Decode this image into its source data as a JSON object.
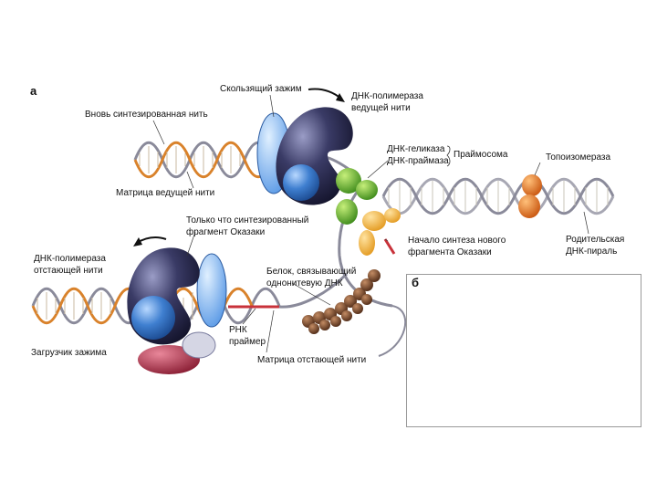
{
  "panels": {
    "a": "а",
    "b": "б"
  },
  "labels": {
    "sliding_clamp": "Скользящий зажим",
    "dna_pol_leading_1": "ДНК-полимераза",
    "dna_pol_leading_2": "ведущей нити",
    "new_strand": "Вновь синтезированная нить",
    "helicase": "ДНК-геликаза",
    "primase": "ДНК-праймаза",
    "primosome": "Праймосома",
    "topoisomerase": "Топоизомераза",
    "leading_template": "Матрица ведущей нити",
    "okazaki_new_1": "Только что синтезированный",
    "okazaki_new_2": "фрагмент Оказаки",
    "dna_pol_lagging_1": "ДНК-полимераза",
    "dna_pol_lagging_2": "отстающей нити",
    "okazaki_start_1": "Начало синтеза нового",
    "okazaki_start_2": "фрагмента Оказаки",
    "parental_1": "Родительская",
    "parental_2": "ДНК-пираль",
    "ssb_1": "Белок, связывающий",
    "ssb_2": "однонитевую ДНК",
    "rna_primer_1": "РНК",
    "rna_primer_2": "праймер",
    "clamp_loader": "Загрузчик зажима",
    "lagging_template": "Матрица отстающей нити"
  },
  "colors": {
    "helix_orange": "#d9822b",
    "helix_gray": "#8a8a9a",
    "polymerase_dark": "#2f3055",
    "clamp_blue": "#4f8ed8",
    "helicase_green": "#5aaa2a",
    "primase_yellow": "#f2b23a",
    "topoisomerase_orange": "#e8731c",
    "ssb_brown": "#7a4a2e",
    "loader_red": "#b03a4e",
    "primer_red": "#c8323a"
  }
}
